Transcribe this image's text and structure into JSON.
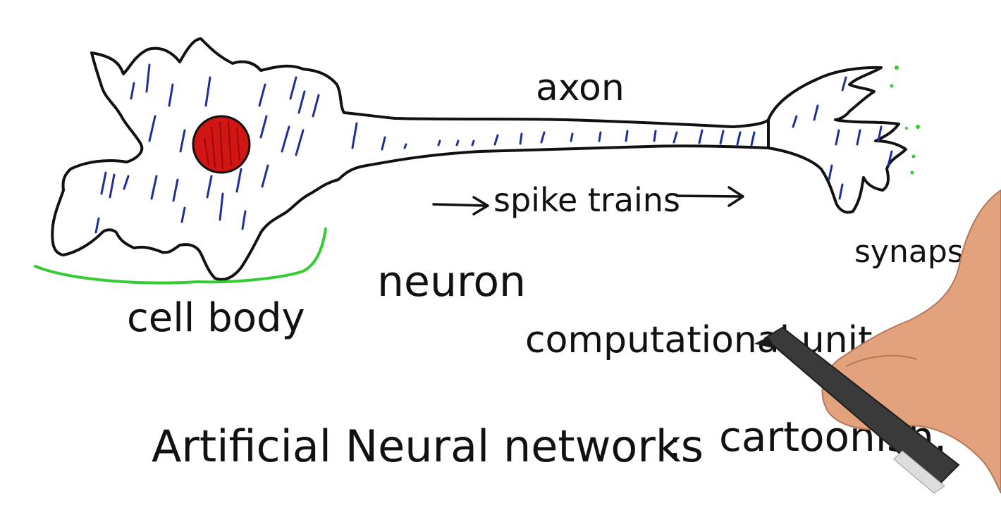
{
  "labels": {
    "axon": "axon",
    "spike_trains": "spike trains",
    "synapses": "synapses",
    "cell_body": "cell body",
    "neuron": "neuron",
    "computational_unit": "computational unit",
    "ann_title": "Artificial Neural networks",
    "separator": ":",
    "cartoonish": "cartoonish."
  },
  "colors": {
    "ink": "#111111",
    "blue_hatch": "#1f2f9a",
    "nucleus": "#d11414",
    "green": "#33cc33",
    "background": "#ffffff"
  }
}
